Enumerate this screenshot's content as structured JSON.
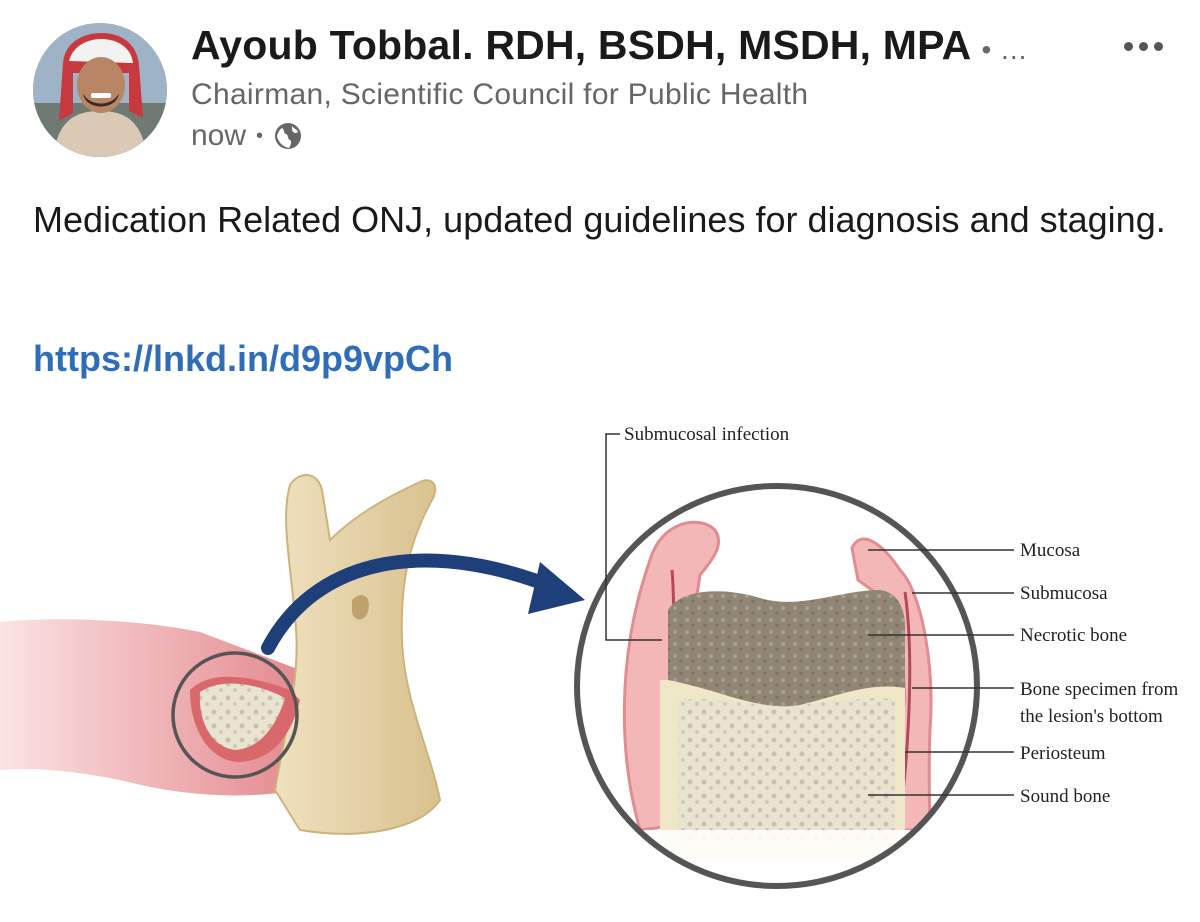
{
  "post": {
    "author": {
      "name": "Ayoub Tobbal. RDH, BSDH, MSDH, MPA",
      "degree_indicator": "• ...",
      "headline": "Chairman, Scientific Council for Public Health"
    },
    "timestamp": "now",
    "visibility_icon": "globe-icon",
    "more_icon": "more-icon",
    "text": "Medication Related ONJ, updated guidelines for diagnosis and staging.",
    "link": "https://lnkd.in/d9p9vpCh",
    "figure": {
      "labels": {
        "submucosal_infection": "Submucosal infection",
        "mucosa": "Mucosa",
        "submucosa": "Submucosa",
        "necrotic_bone": "Necrotic bone",
        "bone_specimen_line1": "Bone specimen from",
        "bone_specimen_line2": "the lesion's bottom",
        "periosteum": "Periosteum",
        "sound_bone": "Sound bone"
      }
    }
  },
  "colors": {
    "link": "#2f6db8",
    "arrow": "#1f3f7a",
    "gum": "#e99ea0",
    "bone": "#e6d3a8",
    "necrotic": "#8f8270"
  }
}
